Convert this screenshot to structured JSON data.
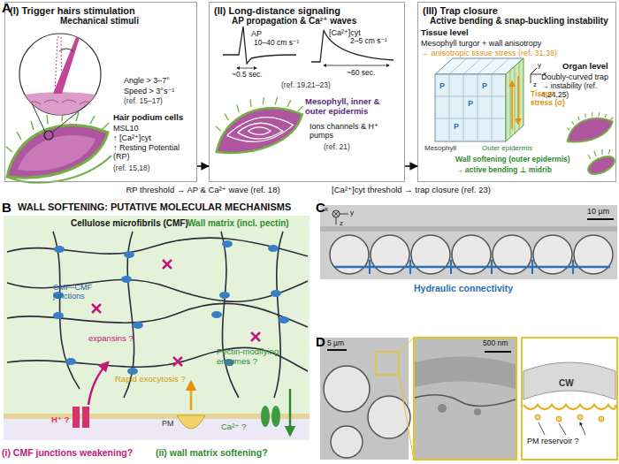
{
  "diagram": {
    "nodes": [
      {
        "text": [
          "(I) Trigger hairs stimulation"
        ]
      },
      {
        "text": [
          "(II) Long-distance signaling"
        ]
      },
      {
        "text": [
          "(III) Trap closure"
        ]
      }
    ],
    "edges": [
      {
        "from": 0,
        "to": 1,
        "arrow": "to",
        "label": "RP threshold → AP & Ca²⁺ wave (ref. 18)"
      },
      {
        "from": 1,
        "to": 2,
        "arrow": "to",
        "label": "[Ca²⁺]cyt threshold → trap closure (ref. 23)"
      }
    ],
    "labels": [
      "A",
      "Mechanical stimuli",
      "Angle > 3–7°",
      "Speed > 3°s⁻¹",
      "(ref. 15–17)",
      "Hair podium cells",
      "MSL10",
      "↑ [Ca²⁺]cyt",
      "↑ Resting Potential (RP)",
      "(ref. 15,18)",
      "AP propagation & Ca²⁺ waves",
      "AP",
      "10–40 cm s⁻¹",
      "~0.5 sec.",
      "[Ca²⁺]cyt",
      "2–5 cm s⁻¹",
      "~60 sec.",
      "(ref. 19,21–23)",
      "Mesophyll, inner & outer epidermis",
      "Ions channels & H⁺ pumps",
      "(ref. 21)",
      "Active bending & snap-buckling instability",
      "Tissue level",
      "Mesophyll turgor + wall anisotropy",
      "→ anisotropic tissue stress (ref. 31,38)",
      "x",
      "y",
      "z",
      "Organ level",
      "Doubly-curved trap",
      "→ instability (ref. 4,24,25)",
      "P",
      "P",
      "P",
      "P",
      "Tissue stress (σ)",
      "Mesophyll",
      "Outer epidermis",
      "Wall softening (outer epidermis)",
      "→ active bending ⊥ midrib",
      "B",
      "WALL SOFTENING: PUTATIVE MOLECULAR MECHANISMS",
      "Cellulose microfibrils (CMF)",
      "Wall matrix (incl. pectin)",
      "CMF–CMF junctions",
      "expansins ?",
      "Rapid exocytosis ?",
      "Pectin-modifying enzymes ?",
      "H⁺ ?",
      "PM",
      "Ca²⁺ ?",
      "(i) CMF junctions weakening?",
      "(ii) wall matrix softening?",
      "C",
      "x",
      "y",
      "z",
      "10 µm",
      "Hydraulic connectivity",
      "D",
      "5 µm",
      "500 nm",
      "CW",
      "PM reservoir ?"
    ]
  }
}
